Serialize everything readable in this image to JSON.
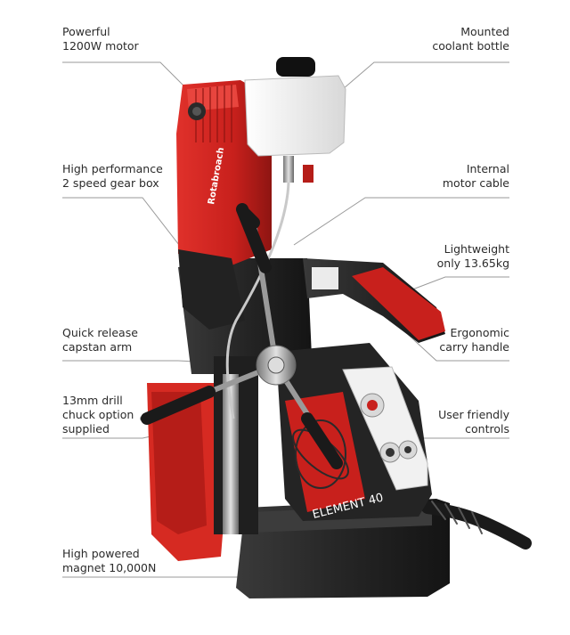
{
  "callouts": {
    "motor": [
      "Powerful",
      "1200W motor"
    ],
    "coolant": [
      "Mounted",
      "coolant bottle"
    ],
    "gearbox": [
      "High performance",
      "2 speed gear box"
    ],
    "cable": [
      "Internal",
      "motor cable"
    ],
    "weight": [
      "Lightweight",
      "only 13.65kg"
    ],
    "capstan": [
      "Quick release",
      "capstan arm"
    ],
    "handle": [
      "Ergonomic",
      "carry handle"
    ],
    "chuck": [
      "13mm drill",
      "chuck option",
      "supplied"
    ],
    "controls": [
      "User friendly",
      "controls"
    ],
    "magnet": [
      "High powered",
      "magnet 10,000N"
    ]
  },
  "product": {
    "brand": "Rotabroach",
    "model": "ELEMENT 40"
  },
  "colors": {
    "body_red": "#c8201c",
    "dark_red": "#8e1512",
    "casing_black": "#2a2a2a",
    "bottle_white": "#f2f2f2",
    "leader_line": "#9a9a9a"
  }
}
